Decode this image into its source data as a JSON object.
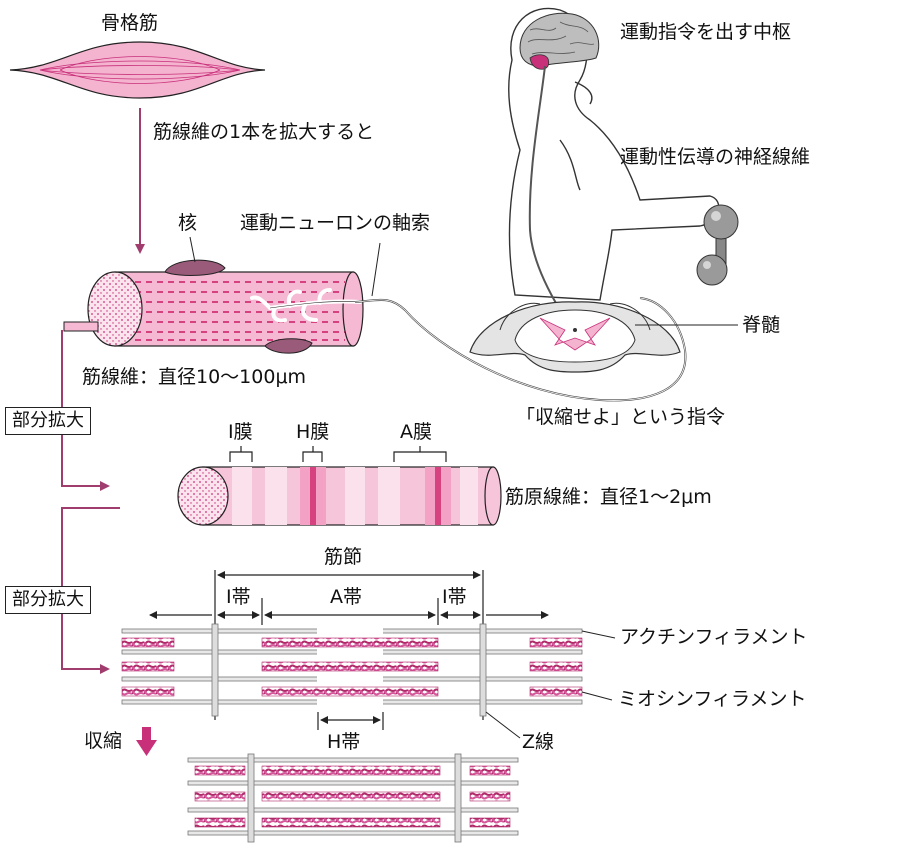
{
  "labels": {
    "skeletal_muscle": "骨格筋",
    "magnify_fiber": "筋線維の1本を拡大すると",
    "nucleus": "核",
    "motor_axon": "運動ニューロンの軸索",
    "fiber_diameter": "筋線維：直径10～100μm",
    "partial_zoom_1": "部分拡大",
    "partial_zoom_2": "部分拡大",
    "i_membrane": "I膜",
    "h_membrane": "H膜",
    "a_membrane": "A膜",
    "myofibril_diameter": "筋原線維：直径1～2μm",
    "motor_center": "運動指令を出す中枢",
    "motor_nerve": "運動性伝導の神経線維",
    "spinal_cord": "脊髄",
    "contract_command": "「収縮せよ」という指令",
    "sarcomere": "筋節",
    "i_band_left": "I帯",
    "a_band": "A帯",
    "i_band_right": "I帯",
    "actin": "アクチンフィラメント",
    "myosin": "ミオシンフィラメント",
    "h_band": "H帯",
    "z_line": "Z線",
    "contraction": "収縮"
  },
  "colors": {
    "pink": "#f2a9c8",
    "pink_light": "#f9d3e3",
    "magenta": "#c8307a",
    "arrow": "#a03c6e",
    "nucleus": "#9a5a7a",
    "gray": "#9a9a9a",
    "dark": "#222222"
  }
}
